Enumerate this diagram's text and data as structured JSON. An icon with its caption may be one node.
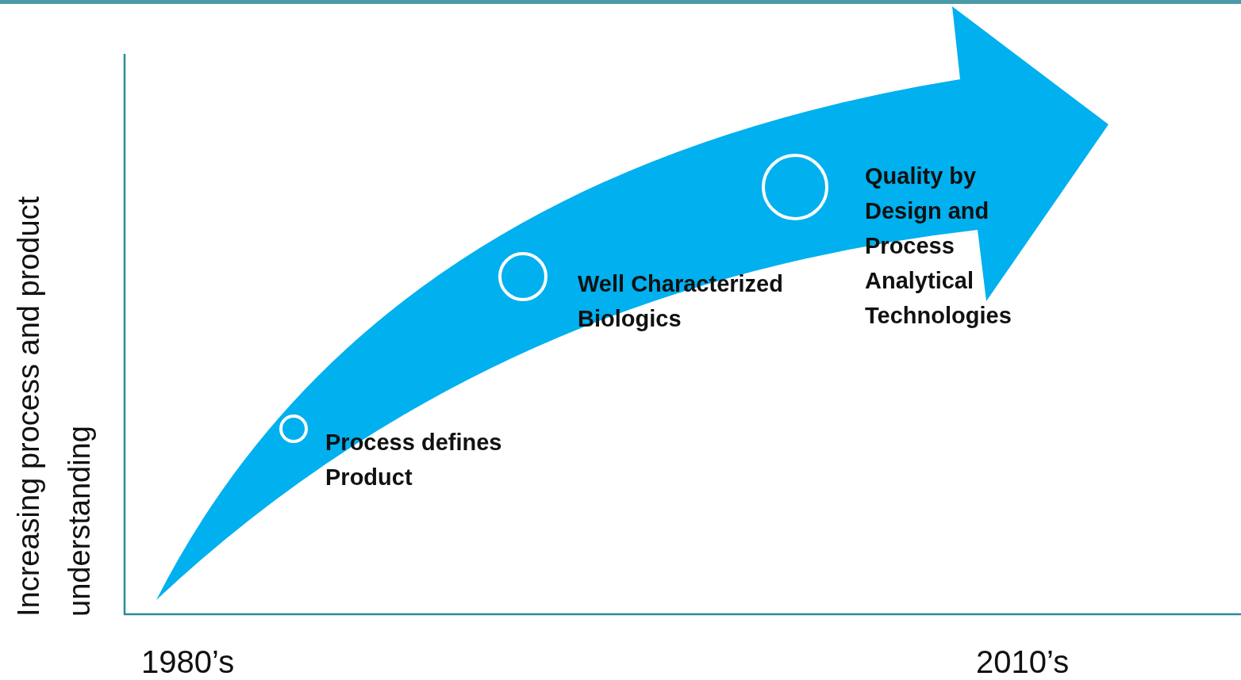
{
  "diagram": {
    "nodes": [
      {
        "text": [],
        "shape": "circle",
        "beside": [
          "Process defines Product"
        ]
      },
      {
        "text": [],
        "shape": "circle",
        "beside": [
          "Well Characterized Biologics"
        ]
      },
      {
        "text": [],
        "shape": "circle",
        "beside": [
          "Quality by Design and Process Analytical Technologies"
        ]
      }
    ],
    "labels": [
      "Increasing process and product understanding",
      "1980’s",
      "2010’s"
    ]
  }
}
